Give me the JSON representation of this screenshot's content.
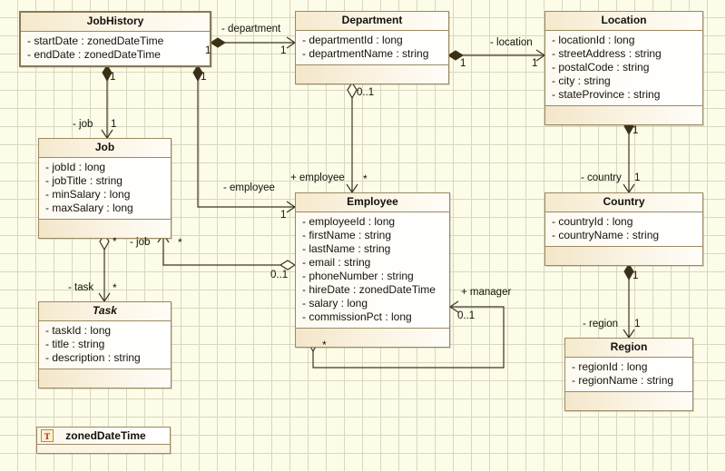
{
  "diagram": {
    "title": "UML Class Diagram",
    "background_color": "#fcfce8",
    "grid_color": "#d8d8c0",
    "border_color": "#9a8a62",
    "line_color": "#3d3424"
  },
  "classes": [
    {
      "id": "jobhistory",
      "name": "JobHistory",
      "abstract": false,
      "has_operations_compartment": false,
      "attributes": [
        "- startDate : zonedDateTime",
        "- endDate : zonedDateTime"
      ]
    },
    {
      "id": "department",
      "name": "Department",
      "abstract": false,
      "has_operations_compartment": true,
      "attributes": [
        "- departmentId : long",
        "- departmentName : string"
      ]
    },
    {
      "id": "location",
      "name": "Location",
      "abstract": false,
      "has_operations_compartment": true,
      "attributes": [
        "- locationId : long",
        "- streetAddress : string",
        "- postalCode : string",
        "- city : string",
        "- stateProvince : string"
      ]
    },
    {
      "id": "job",
      "name": "Job",
      "abstract": false,
      "has_operations_compartment": true,
      "attributes": [
        "- jobId : long",
        "- jobTitle : string",
        "- minSalary : long",
        "- maxSalary : long"
      ]
    },
    {
      "id": "employee",
      "name": "Employee",
      "abstract": false,
      "has_operations_compartment": true,
      "attributes": [
        "- employeeId : long",
        "- firstName : string",
        "- lastName : string",
        "- email : string",
        "- phoneNumber : string",
        "- hireDate : zonedDateTime",
        "- salary : long",
        "- commissionPct : long"
      ]
    },
    {
      "id": "country",
      "name": "Country",
      "abstract": false,
      "has_operations_compartment": true,
      "attributes": [
        "- countryId : long",
        "- countryName : string"
      ]
    },
    {
      "id": "task",
      "name": "Task",
      "abstract": true,
      "has_operations_compartment": true,
      "attributes": [
        "- taskId : long",
        "- title : string",
        "- description : string"
      ]
    },
    {
      "id": "region",
      "name": "Region",
      "abstract": false,
      "has_operations_compartment": true,
      "attributes": [
        "- regionId : long",
        "- regionName : string"
      ]
    }
  ],
  "datatype": {
    "id": "zoneddatetime",
    "icon_letter": "T",
    "name": "zonedDateTime"
  },
  "relationships": [
    {
      "id": "jobhistory-department",
      "source": "jobhistory",
      "target": "department",
      "role_label": "- department",
      "source_multiplicity": "1",
      "target_multiplicity": "1",
      "source_end": "filled-diamond",
      "target_end": "open-arrow"
    },
    {
      "id": "department-location",
      "source": "department",
      "target": "location",
      "role_label": "- location",
      "source_multiplicity": "1",
      "target_multiplicity": "1",
      "source_end": "filled-diamond",
      "target_end": "open-arrow"
    },
    {
      "id": "jobhistory-job",
      "source": "jobhistory",
      "target": "job",
      "role_label": "- job",
      "source_multiplicity": "1",
      "target_multiplicity": "1",
      "source_end": "filled-diamond",
      "target_end": "open-arrow"
    },
    {
      "id": "jobhistory-employee",
      "source": "jobhistory",
      "target": "employee",
      "role_label": "- employee",
      "source_multiplicity": "1",
      "target_multiplicity": "1",
      "source_end": "filled-diamond",
      "target_end": "open-arrow"
    },
    {
      "id": "department-employee",
      "source": "department",
      "target": "employee",
      "role_label": "+ employee",
      "source_multiplicity": "0..1",
      "target_multiplicity": "*",
      "source_end": "open-diamond",
      "target_end": "open-arrow"
    },
    {
      "id": "location-country",
      "source": "location",
      "target": "country",
      "role_label": "- country",
      "source_multiplicity": "1",
      "target_multiplicity": "1",
      "source_end": "filled-diamond",
      "target_end": "open-arrow"
    },
    {
      "id": "country-region",
      "source": "country",
      "target": "region",
      "role_label": "- region",
      "source_multiplicity": "1",
      "target_multiplicity": "1",
      "source_end": "filled-diamond",
      "target_end": "open-arrow"
    },
    {
      "id": "job-task",
      "source": "job",
      "target": "task",
      "role_label": "- task",
      "source_multiplicity": "*",
      "target_multiplicity": "*",
      "source_end": "open-diamond",
      "target_end": "open-arrow"
    },
    {
      "id": "employee-job",
      "source": "employee",
      "target": "job",
      "role_label": "- job",
      "source_multiplicity": "0..1",
      "target_multiplicity": "*",
      "source_end": "open-diamond",
      "target_end": "open-arrow"
    },
    {
      "id": "employee-manager",
      "source": "employee",
      "target": "employee",
      "role_label": "+ manager",
      "source_multiplicity": "*",
      "target_multiplicity": "0..1",
      "source_end": "open-diamond",
      "target_end": "open-arrow"
    }
  ]
}
